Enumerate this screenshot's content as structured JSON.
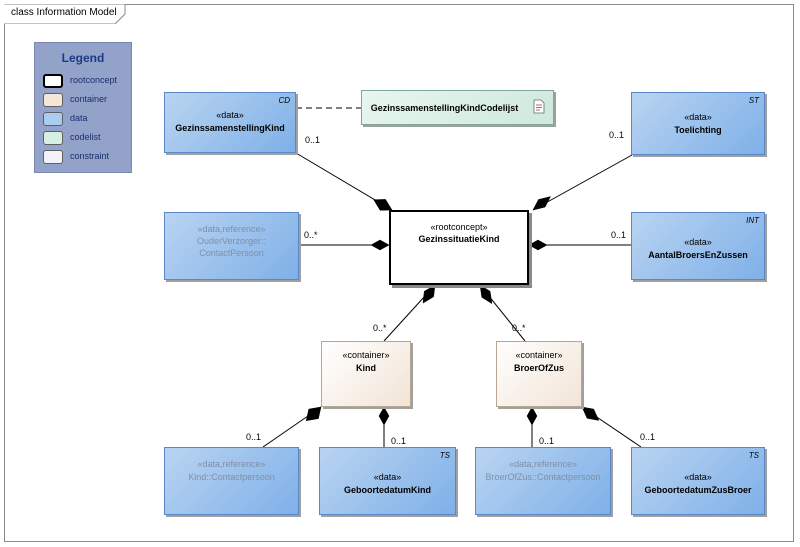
{
  "frame": {
    "title": "class Information Model"
  },
  "legend": {
    "title": "Legend",
    "items": [
      {
        "label": "rootconcept",
        "color": "#ffffff"
      },
      {
        "label": "container",
        "color": "#f5e6d6"
      },
      {
        "label": "data",
        "color": "#a9cdf0"
      },
      {
        "label": "codelist",
        "color": "#d6efe2"
      },
      {
        "label": "constraint",
        "color": "#f2f2f8"
      }
    ]
  },
  "classes": {
    "root": {
      "stereotype": "«rootconcept»",
      "name": "GezinssituatieKind"
    },
    "gezinssamenstelling": {
      "stereotype": "«data»",
      "name": "GezinssamenstellingKind",
      "tag": "CD"
    },
    "codelijst": {
      "name": "GezinssamenstellingKindCodelijst",
      "icon": "note-icon"
    },
    "toelichting": {
      "stereotype": "«data»",
      "name": "Toelichting",
      "tag": "ST"
    },
    "ouderverzorger": {
      "stereotype": "«data,reference»",
      "name_line1": "OuderVerzorger::",
      "name_line2": "ContactPersoon"
    },
    "aantal": {
      "stereotype": "«data»",
      "name": "AantalBroersEnZussen",
      "tag": "INT"
    },
    "kind": {
      "stereotype": "«container»",
      "name": "Kind"
    },
    "broerofzus": {
      "stereotype": "«container»",
      "name": "BroerOfZus"
    },
    "kind_contact": {
      "stereotype": "«data,reference»",
      "name": "Kind::Contactpersoon"
    },
    "geboortedatum_kind": {
      "stereotype": "«data»",
      "name": "GeboortedatumKind",
      "tag": "TS"
    },
    "broerofzus_contact": {
      "stereotype": "«data,reference»",
      "name": "BroerOfZus::Contactpersoon"
    },
    "geboortedatum_zus": {
      "stereotype": "«data»",
      "name": "GeboortedatumZusBroer",
      "tag": "TS"
    }
  },
  "multiplicities": {
    "gezinssamenstelling": "0..1",
    "toelichting": "0..1",
    "ouderverzorger": "0..*",
    "aantal": "0..1",
    "kind": "0..*",
    "broerofzus": "0..*",
    "kind_contact": "0..1",
    "geboortedatum_kind": "0..1",
    "broerofzus_contact": "0..1",
    "geboortedatum_zus": "0..1"
  }
}
